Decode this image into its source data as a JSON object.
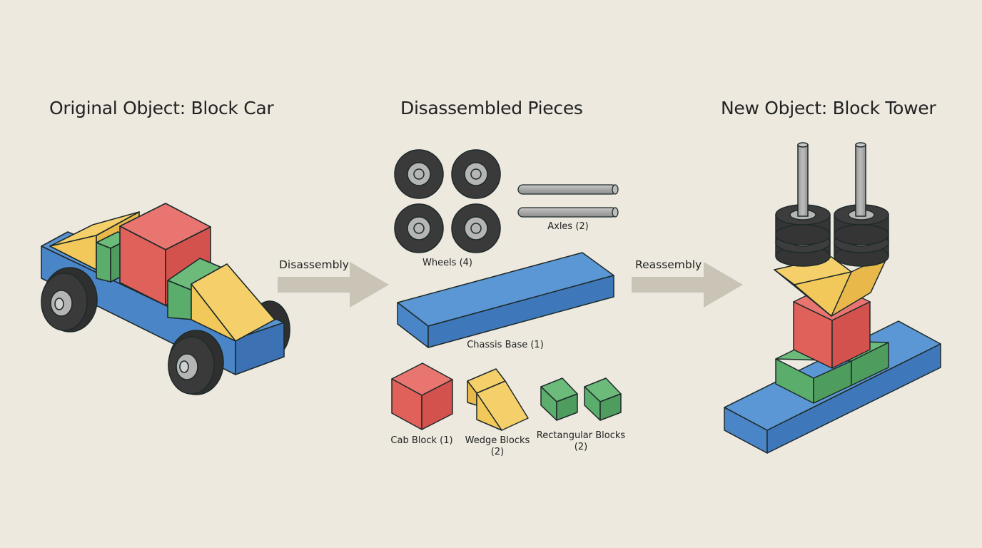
{
  "diagram": {
    "background_color": "#ede9df",
    "sections": [
      {
        "id": "original",
        "title": "Original Object: Block Car"
      },
      {
        "id": "disassembled",
        "title": "Disassembled Pieces",
        "pieces": [
          {
            "name": "wheels",
            "label": "Wheels (4)",
            "count": 4,
            "color": "#3a3a3a"
          },
          {
            "name": "axles",
            "label": "Axles (2)",
            "count": 2,
            "color": "#a8a8a8"
          },
          {
            "name": "chassis-base",
            "label": "Chassis Base (1)",
            "count": 1,
            "color": "#4a85c8"
          },
          {
            "name": "cab-block",
            "label": "Cab Block (1)",
            "count": 1,
            "color": "#e0605a"
          },
          {
            "name": "wedge-blocks",
            "label_line1": "Wedge Blocks",
            "label_line2": "(2)",
            "count": 2,
            "color": "#f2c85a"
          },
          {
            "name": "rectangular-blocks",
            "label_line1": "Rectangular Blocks",
            "label_line2": "(2)",
            "count": 2,
            "color": "#5aad6a"
          }
        ]
      },
      {
        "id": "new",
        "title": "New Object: Block Tower"
      }
    ],
    "arrows": [
      {
        "name": "disassembly",
        "label": "Disassembly",
        "color": "#c9c4b6"
      },
      {
        "name": "reassembly",
        "label": "Reassembly",
        "color": "#c9c4b6"
      }
    ],
    "colors": {
      "blue": "#4a85c8",
      "blue_dark": "#3c72b3",
      "red": "#e0605a",
      "red_dark": "#d4524d",
      "green": "#5aad6a",
      "green_dark": "#4f9d5e",
      "yellow": "#f2c85a",
      "yellow_dark": "#e8b94a",
      "tire": "#3a3a3a",
      "hub": "#b5b5b5",
      "outline": "#1e2a2a"
    }
  }
}
